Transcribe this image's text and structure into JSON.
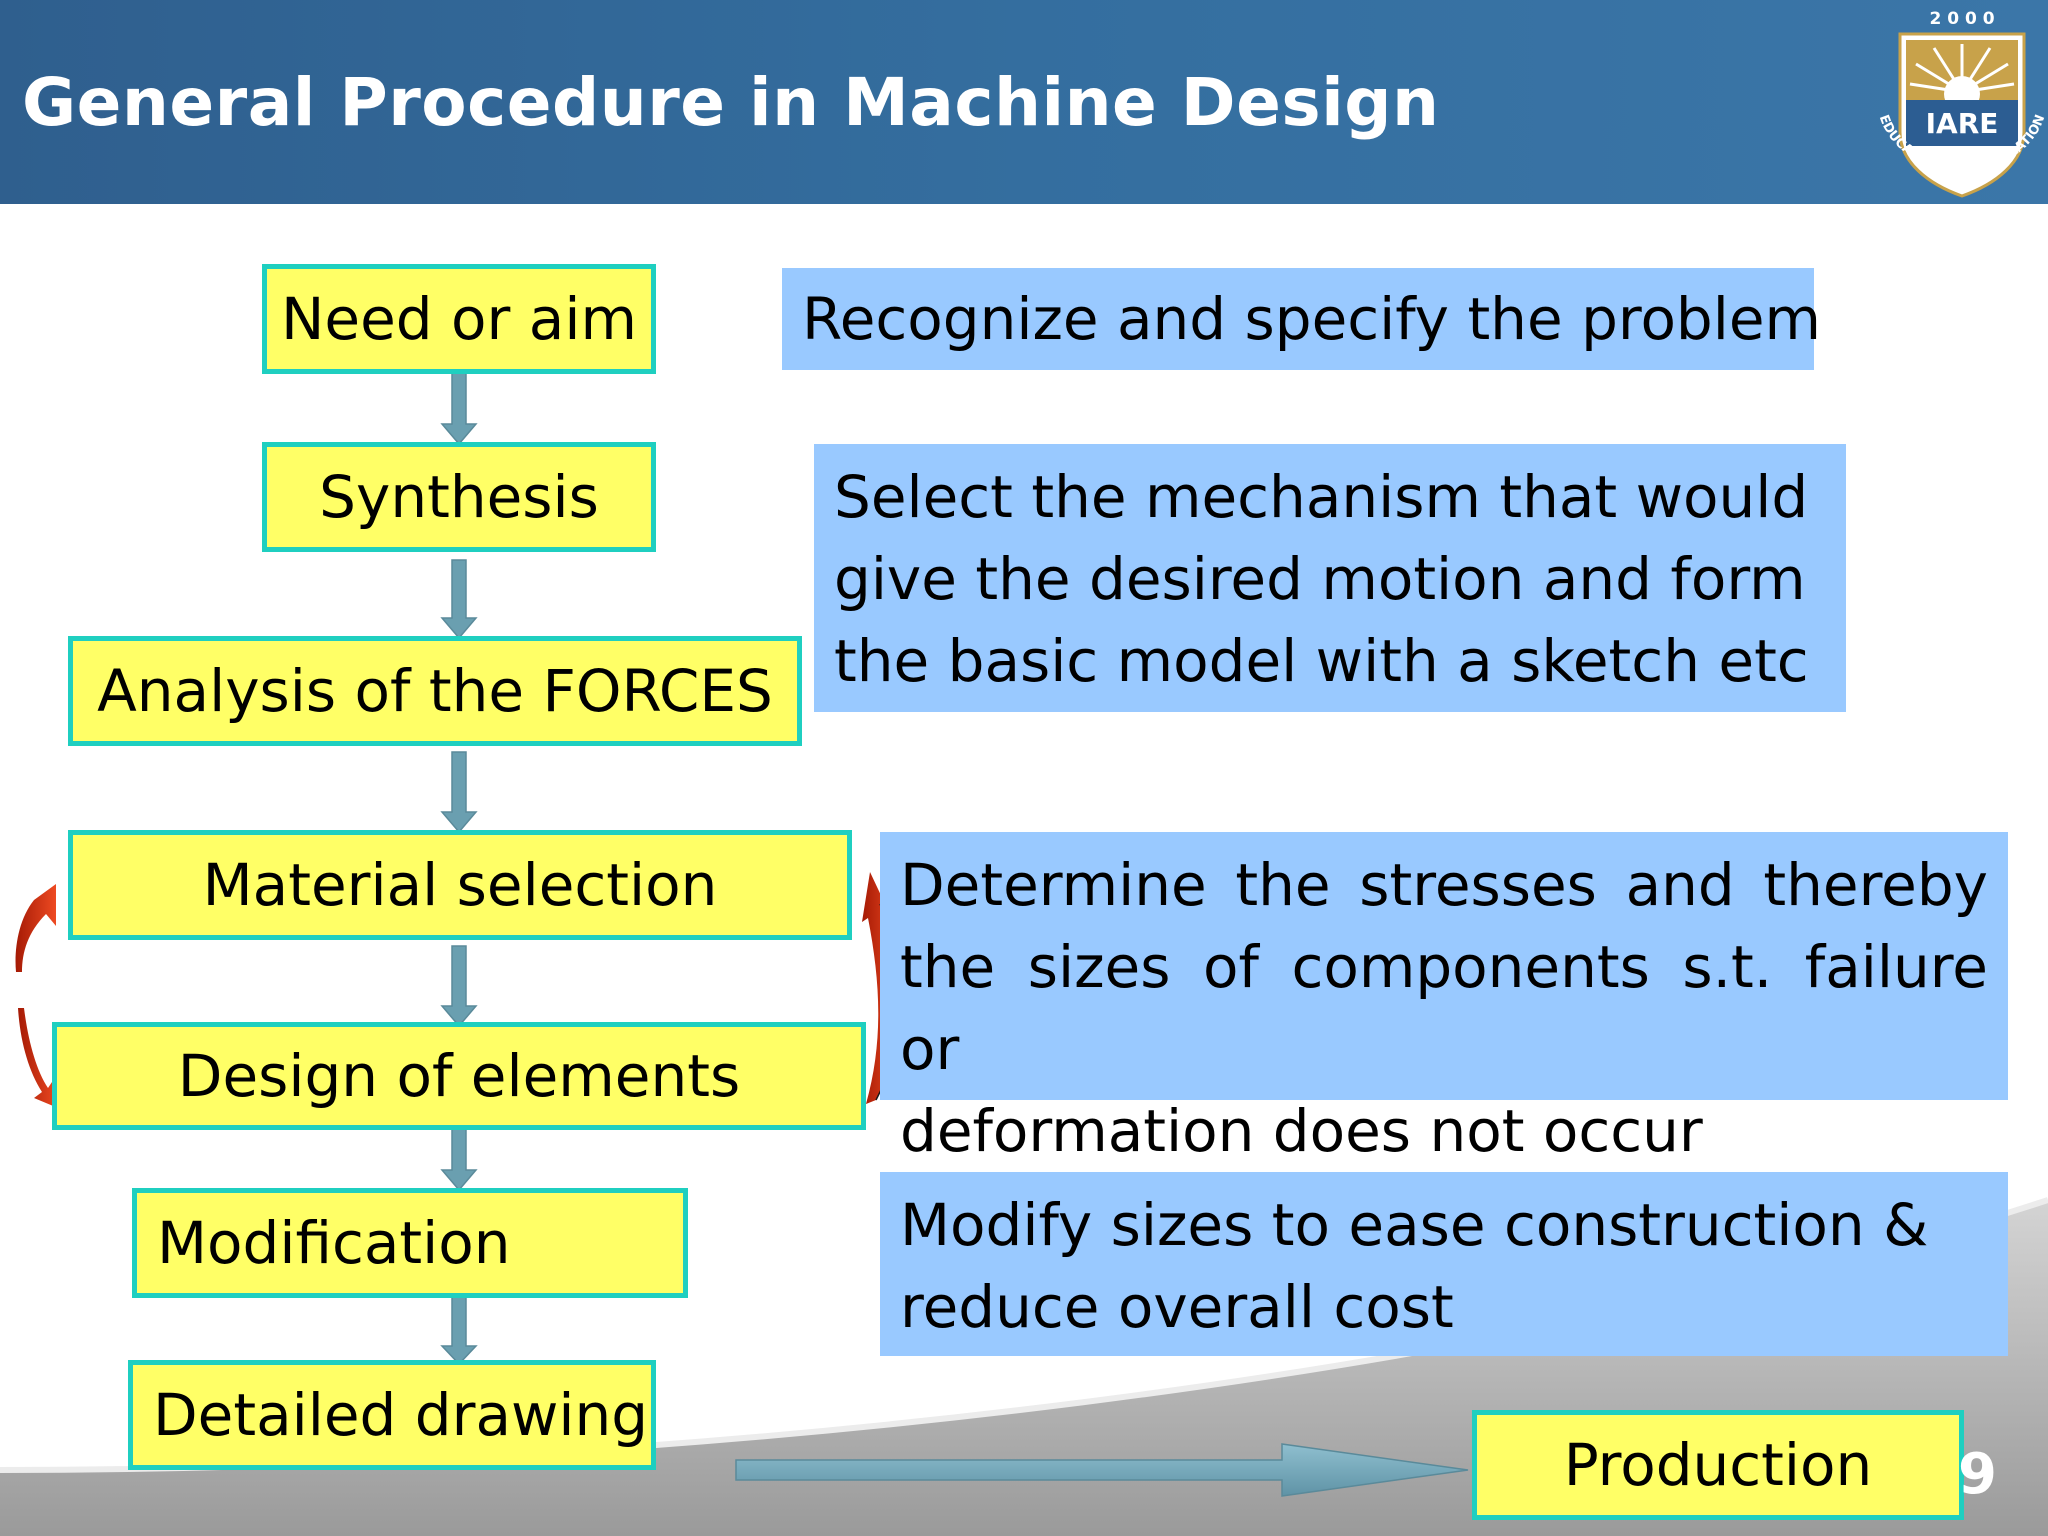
{
  "title": "General Procedure in Machine Design",
  "logo": {
    "year": "2 0 0 0",
    "name": "IARE",
    "motto": "EDUCATION FOR LIBERATION"
  },
  "steps": {
    "need": "Need or aim",
    "synthesis": "Synthesis",
    "forces": "Analysis of the FORCES",
    "material": "Material selection",
    "design": "Design of elements",
    "modification": "Modification",
    "drawing": "Detailed drawing",
    "production": "Production"
  },
  "descriptions": {
    "recognize": "Recognize and specify the problem",
    "select": [
      "Select the mechanism that would",
      "give the desired motion and form",
      "the basic model with a sketch etc"
    ],
    "determine": [
      "Determine the stresses and thereby",
      "the sizes of components s.t. failure or",
      "deformation does not occur"
    ],
    "modify": [
      "Modify sizes to ease construction &",
      "reduce overall cost"
    ]
  },
  "page_number": "9",
  "colors": {
    "header": "#346e9f",
    "step_fill": "#ffff66",
    "step_border": "#1fcfc0",
    "desc_fill": "#99c9ff",
    "arrow": "#6a9fb0",
    "feedback_arrow": "#d8300c"
  }
}
